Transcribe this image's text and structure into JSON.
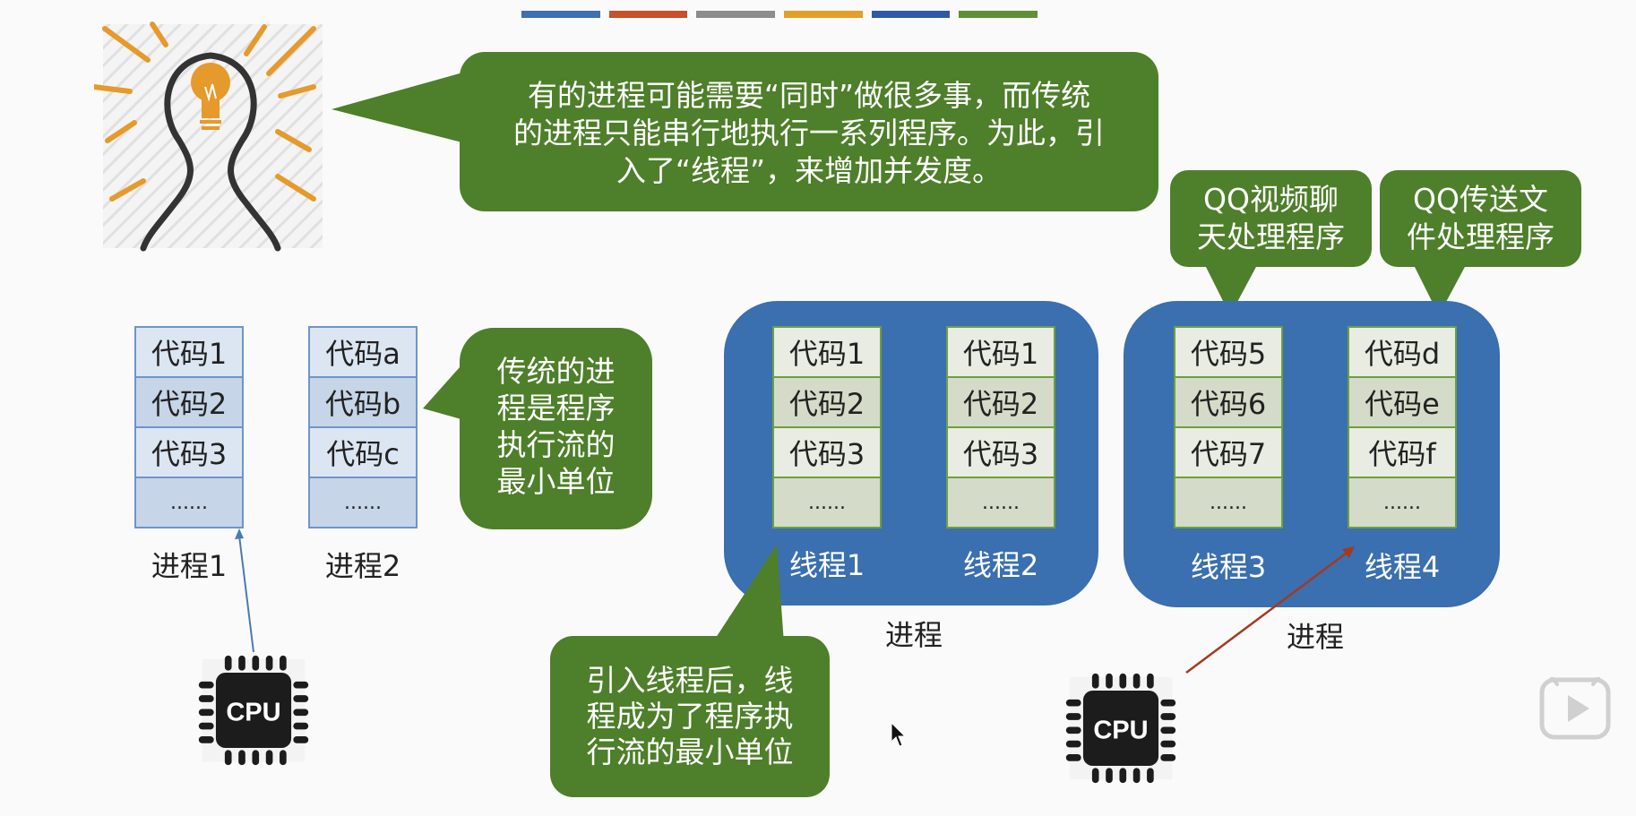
{
  "top_bar_colors": [
    "#3f6fb3",
    "#c8502a",
    "#8c8c8c",
    "#e0a02a",
    "#2e5aa5",
    "#5e9035"
  ],
  "bubbles": {
    "intro": "有的进程可能需要“同时”做很多事，而传统的进程只能串行地执行一系列程序。为此，引入了“线程”，来增加并发度。",
    "intro_lines": [
      "有的进程可能需要“同时”做很多事，而传统",
      "的进程只能串行地执行一系列程序。为此，引",
      "入了“线程”，来增加并发度。"
    ],
    "traditional_lines": [
      "传统的进",
      "程是程序",
      "执行流的",
      "最小单位"
    ],
    "after_thread_lines": [
      "引入线程后，线",
      "程成为了程序执",
      "行流的最小单位"
    ],
    "qq_video_lines": [
      "QQ视频聊",
      "天处理程序"
    ],
    "qq_file_lines": [
      "QQ传送文",
      "件处理程序"
    ]
  },
  "process1": {
    "cells": [
      "代码1",
      "代码2",
      "代码3",
      "......"
    ],
    "label": "进程1"
  },
  "process2": {
    "cells": [
      "代码a",
      "代码b",
      "代码c",
      "......"
    ],
    "label": "进程2"
  },
  "group1": {
    "thread1": {
      "cells": [
        "代码1",
        "代码2",
        "代码3",
        "......"
      ],
      "label": "线程1"
    },
    "thread2": {
      "cells": [
        "代码1",
        "代码2",
        "代码3",
        "......"
      ],
      "label": "线程2"
    },
    "label": "进程"
  },
  "group2": {
    "thread3": {
      "cells": [
        "代码5",
        "代码6",
        "代码7",
        "......"
      ],
      "label": "线程3"
    },
    "thread4": {
      "cells": [
        "代码d",
        "代码e",
        "代码f",
        "......"
      ],
      "label": "线程4"
    },
    "label": "进程"
  },
  "cpu_label": "CPU",
  "icons": [
    "lightbulb-person-icon",
    "cpu-chip-icon",
    "play-button-icon",
    "mouse-cursor-icon"
  ]
}
